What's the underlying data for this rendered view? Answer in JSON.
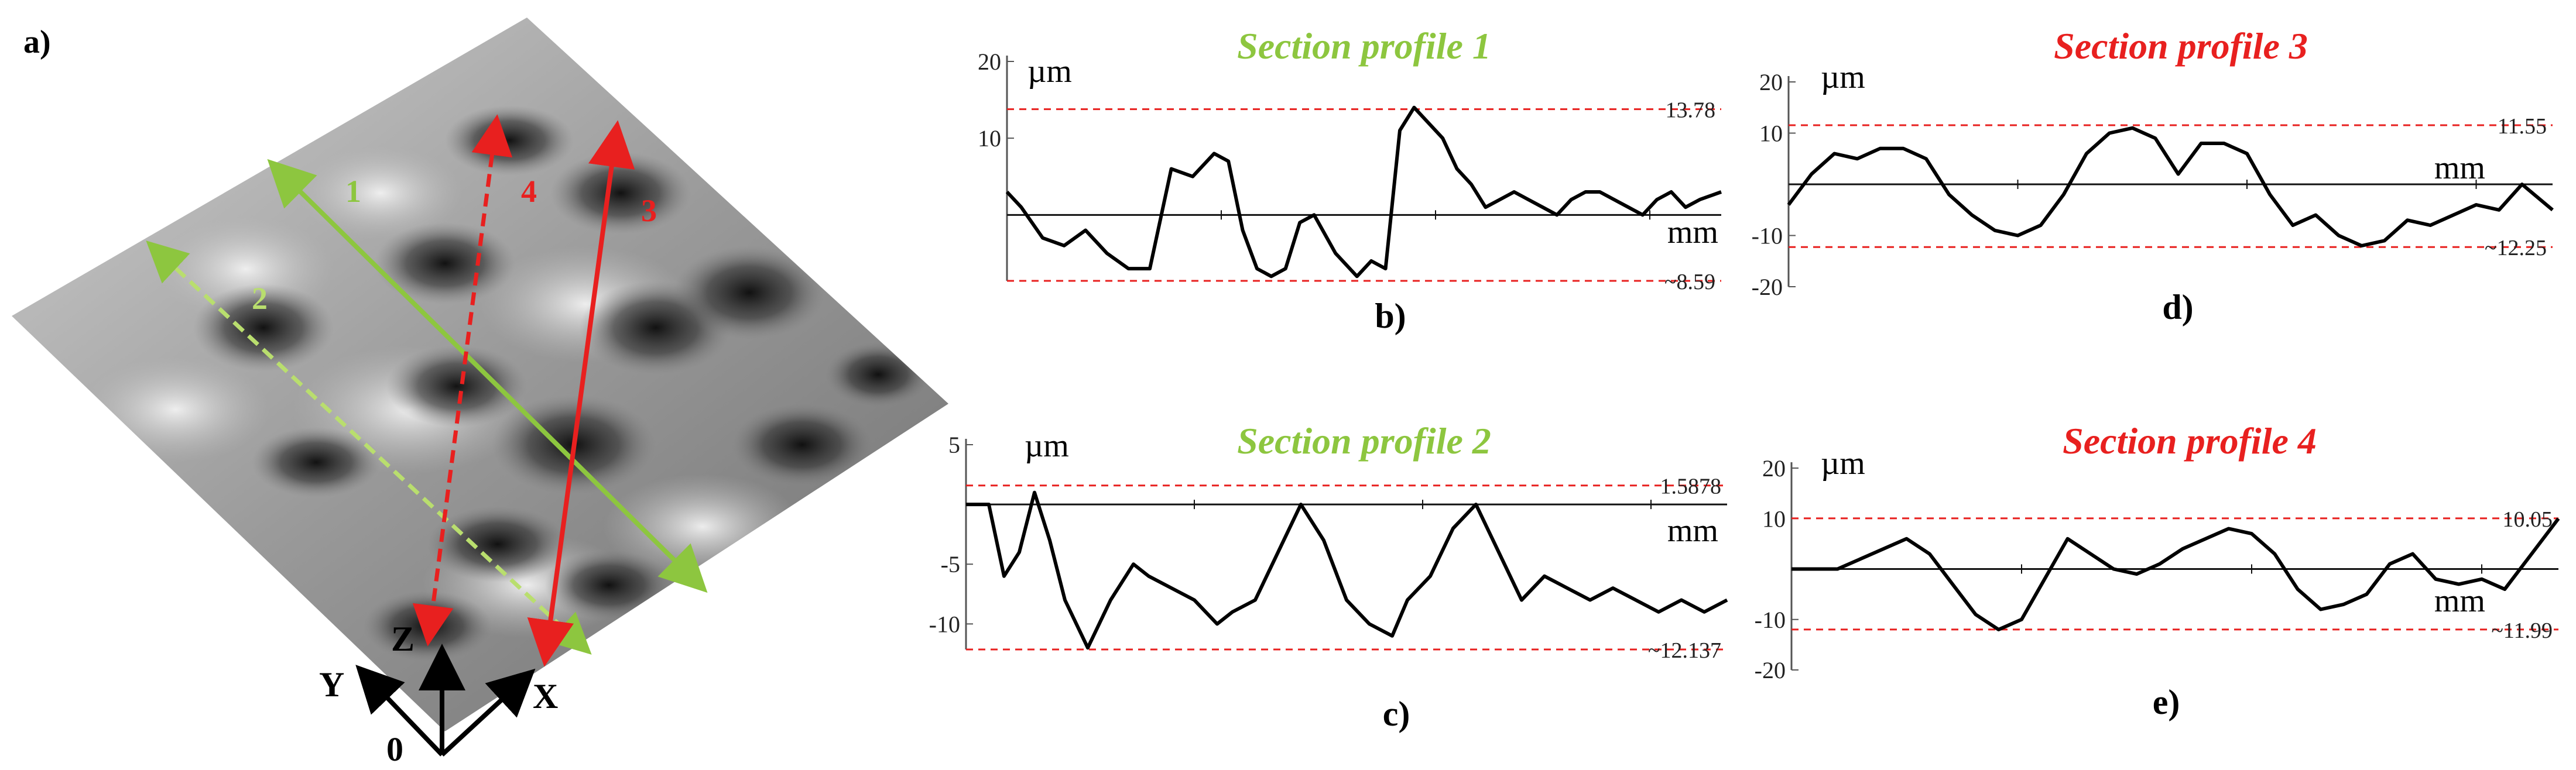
{
  "panel_a": {
    "label": "a)",
    "lines": [
      {
        "label": "1",
        "color": "#8dc63f",
        "style": "solid"
      },
      {
        "label": "2",
        "color": "#8dc63f",
        "style": "dashed"
      },
      {
        "label": "3",
        "color": "#e8201f",
        "style": "solid"
      },
      {
        "label": "4",
        "color": "#e8201f",
        "style": "dashed"
      }
    ],
    "axes": {
      "z": "Z",
      "y": "Y",
      "x": "X",
      "origin": "0"
    }
  },
  "chart_data": [
    {
      "type": "line",
      "panel_label": "b)",
      "title": "Section profile 1",
      "title_color": "#8dc63f",
      "ylabel": "µm",
      "xlabel": "mm",
      "yticks": [
        10,
        20
      ],
      "ylim": [
        -8.59,
        20
      ],
      "xlim": [
        0,
        100
      ],
      "ref_max": 13.78,
      "ref_max_label": "13.78",
      "ref_min": -8.59,
      "ref_min_label": "~8.59",
      "x": [
        0,
        2,
        5,
        8,
        11,
        14,
        17,
        20,
        23,
        26,
        29,
        31,
        33,
        35,
        37,
        39,
        41,
        43,
        46,
        49,
        51,
        53,
        55,
        57,
        59,
        61,
        63,
        65,
        67,
        69,
        71,
        73,
        75,
        77,
        79,
        81,
        83,
        85,
        87,
        89,
        91,
        93,
        95,
        97,
        100
      ],
      "y": [
        3,
        1,
        -3,
        -4,
        -2,
        -5,
        -7,
        -7,
        6,
        5,
        8,
        7,
        -2,
        -7,
        -8,
        -7,
        -1,
        0,
        -5,
        -8,
        -6,
        -7,
        11,
        14,
        12,
        10,
        6,
        4,
        1,
        2,
        3,
        2,
        1,
        0,
        2,
        3,
        3,
        2,
        1,
        0,
        2,
        3,
        1,
        2,
        3
      ]
    },
    {
      "type": "line",
      "panel_label": "c)",
      "title": "Section profile 2",
      "title_color": "#8dc63f",
      "ylabel": "µm",
      "xlabel": "mm",
      "yticks": [
        5,
        -5,
        -10
      ],
      "ylim": [
        -12.137,
        5
      ],
      "xlim": [
        0,
        100
      ],
      "ref_max": 1.5878,
      "ref_max_label": "1.5878",
      "ref_min": -12.137,
      "ref_min_label": "~12.137",
      "x": [
        0,
        3,
        5,
        7,
        9,
        11,
        13,
        16,
        19,
        22,
        24,
        27,
        30,
        33,
        35,
        38,
        41,
        44,
        47,
        50,
        53,
        56,
        58,
        61,
        64,
        67,
        70,
        73,
        76,
        79,
        82,
        85,
        88,
        91,
        94,
        97,
        100
      ],
      "y": [
        0,
        0,
        -6,
        -4,
        1,
        -3,
        -8,
        -12,
        -8,
        -5,
        -6,
        -7,
        -8,
        -10,
        -9,
        -8,
        -4,
        0,
        -3,
        -8,
        -10,
        -11,
        -8,
        -6,
        -2,
        0,
        -4,
        -8,
        -6,
        -7,
        -8,
        -7,
        -8,
        -9,
        -8,
        -9,
        -8
      ]
    },
    {
      "type": "line",
      "panel_label": "d)",
      "title": "Section profile 3",
      "title_color": "#e8201f",
      "ylabel": "µm",
      "xlabel": "mm",
      "yticks": [
        20,
        10,
        -10,
        -20
      ],
      "ylim": [
        -20,
        20
      ],
      "xlim": [
        0,
        100
      ],
      "ref_max": 11.55,
      "ref_max_label": "11.55",
      "ref_min": -12.25,
      "ref_min_label": "~12.25",
      "x": [
        0,
        3,
        6,
        9,
        12,
        15,
        18,
        21,
        24,
        27,
        30,
        33,
        36,
        39,
        42,
        45,
        48,
        51,
        54,
        57,
        60,
        63,
        66,
        69,
        72,
        75,
        78,
        81,
        84,
        87,
        90,
        93,
        96,
        100
      ],
      "y": [
        -4,
        2,
        6,
        5,
        7,
        7,
        5,
        -2,
        -6,
        -9,
        -10,
        -8,
        -2,
        6,
        10,
        11,
        9,
        2,
        8,
        8,
        6,
        -2,
        -8,
        -6,
        -10,
        -12,
        -11,
        -7,
        -8,
        -6,
        -4,
        -5,
        0,
        -5
      ]
    },
    {
      "type": "line",
      "panel_label": "e)",
      "title": "Section profile 4",
      "title_color": "#e8201f",
      "ylabel": "µm",
      "xlabel": "mm",
      "yticks": [
        20,
        10,
        -10,
        -20
      ],
      "ylim": [
        -20,
        20
      ],
      "xlim": [
        0,
        100
      ],
      "ref_max": 10.05,
      "ref_max_label": "10.05",
      "ref_min": -11.99,
      "ref_min_label": "~11.99",
      "x": [
        0,
        3,
        6,
        9,
        12,
        15,
        18,
        21,
        24,
        27,
        30,
        33,
        36,
        39,
        42,
        45,
        48,
        51,
        54,
        57,
        60,
        63,
        66,
        69,
        72,
        75,
        78,
        81,
        84,
        87,
        90,
        93,
        96,
        100
      ],
      "y": [
        0,
        0,
        0,
        2,
        4,
        6,
        3,
        -3,
        -9,
        -12,
        -10,
        -2,
        6,
        3,
        0,
        -1,
        1,
        4,
        6,
        8,
        7,
        3,
        -4,
        -8,
        -7,
        -5,
        1,
        3,
        -2,
        -3,
        -2,
        -4,
        2,
        10
      ]
    }
  ]
}
